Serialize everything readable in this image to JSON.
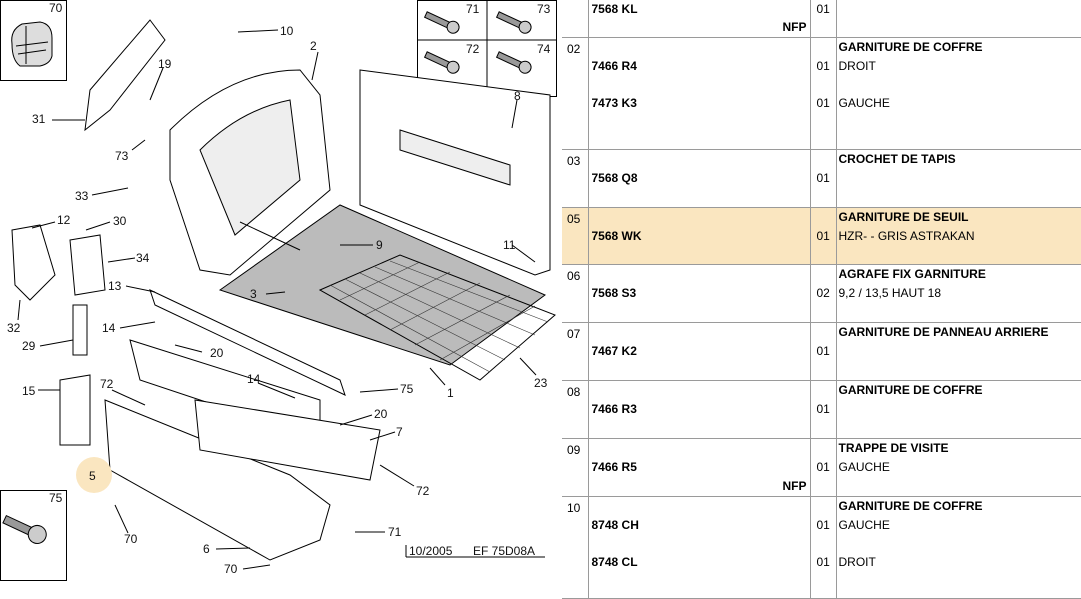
{
  "diagram": {
    "ref_code": "10/2005",
    "ref_text": "EF 75D08A",
    "callouts": [
      "70",
      "71",
      "73",
      "72",
      "74",
      "10",
      "2",
      "19",
      "8",
      "31",
      "73",
      "33",
      "12",
      "30",
      "34",
      "9",
      "11",
      "3",
      "32",
      "29",
      "13",
      "14",
      "20",
      "15",
      "72",
      "5",
      "14",
      "20",
      "7",
      "75",
      "1",
      "23",
      "72",
      "75",
      "70",
      "6",
      "70",
      "71"
    ],
    "highlight_label": "5",
    "inset_top_left_label": "70",
    "inset_bottom_left_label": "75",
    "inset_top_right_labels": [
      "71",
      "73",
      "72",
      "74"
    ]
  },
  "rows": [
    {
      "num": "",
      "lines": [
        {
          "ref": "7568 KL",
          "qty": "01",
          "desc": ""
        }
      ],
      "nfp": "NFP",
      "gap_after_first": false
    },
    {
      "num": "02",
      "desc_title": "GARNITURE DE COFFRE",
      "lines": [
        {
          "ref": "7466 R4",
          "qty": "01",
          "desc": "DROIT"
        },
        {
          "ref": "7473 K3",
          "qty": "01",
          "desc": "GAUCHE"
        }
      ]
    },
    {
      "num": "03",
      "desc_title": "CROCHET DE TAPIS",
      "lines": [
        {
          "ref": "7568 Q8",
          "qty": "01",
          "desc": ""
        }
      ]
    },
    {
      "num": "05",
      "desc_title": "GARNITURE DE SEUIL",
      "lines": [
        {
          "ref": "7568 WK",
          "qty": "01",
          "desc": "HZR- - GRIS ASTRAKAN"
        }
      ],
      "highlight": true
    },
    {
      "num": "06",
      "desc_title": "AGRAFE FIX GARNITURE",
      "lines": [
        {
          "ref": "7568 S3",
          "qty": "02",
          "desc": "9,2 / 13,5 HAUT 18"
        }
      ]
    },
    {
      "num": "07",
      "desc_title": "GARNITURE DE PANNEAU ARRIERE",
      "lines": [
        {
          "ref": "7467 K2",
          "qty": "01",
          "desc": ""
        }
      ]
    },
    {
      "num": "08",
      "desc_title": "GARNITURE DE COFFRE",
      "lines": [
        {
          "ref": "7466 R3",
          "qty": "01",
          "desc": ""
        }
      ]
    },
    {
      "num": "09",
      "desc_title": "TRAPPE DE VISITE",
      "lines": [
        {
          "ref": "7466 R5",
          "qty": "01",
          "desc": "GAUCHE"
        }
      ],
      "nfp": "NFP"
    },
    {
      "num": "10",
      "desc_title": "GARNITURE DE COFFRE",
      "lines": [
        {
          "ref": "8748 CH",
          "qty": "01",
          "desc": "GAUCHE"
        },
        {
          "ref": "8748 CL",
          "qty": "01",
          "desc": "DROIT"
        }
      ]
    }
  ]
}
